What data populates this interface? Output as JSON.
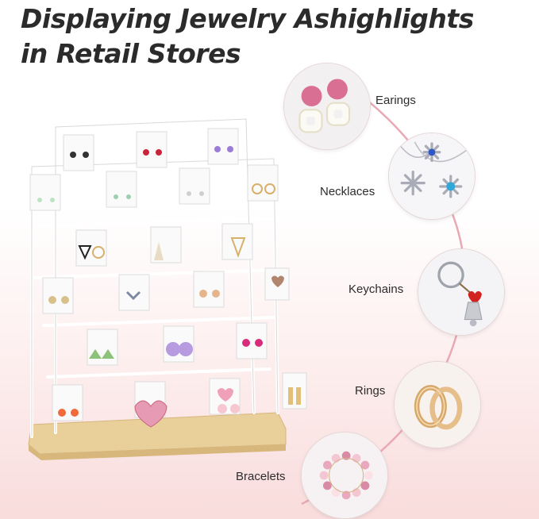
{
  "title": {
    "line1": "Displaying Jewelry Ashighlights",
    "line2": "in Retail Stores"
  },
  "categories": [
    {
      "label": "Earings",
      "icon": "earring-icon"
    },
    {
      "label": "Necklaces",
      "icon": "necklace-icon"
    },
    {
      "label": "Keychains",
      "icon": "keychain-icon"
    },
    {
      "label": "Rings",
      "icon": "ring-icon"
    },
    {
      "label": "Bracelets",
      "icon": "bracelet-icon"
    }
  ],
  "colors": {
    "title": "#2b2b2b",
    "arc": "#e8a9b4",
    "wood": "#e9cf9a",
    "rack": "#ffffff"
  }
}
